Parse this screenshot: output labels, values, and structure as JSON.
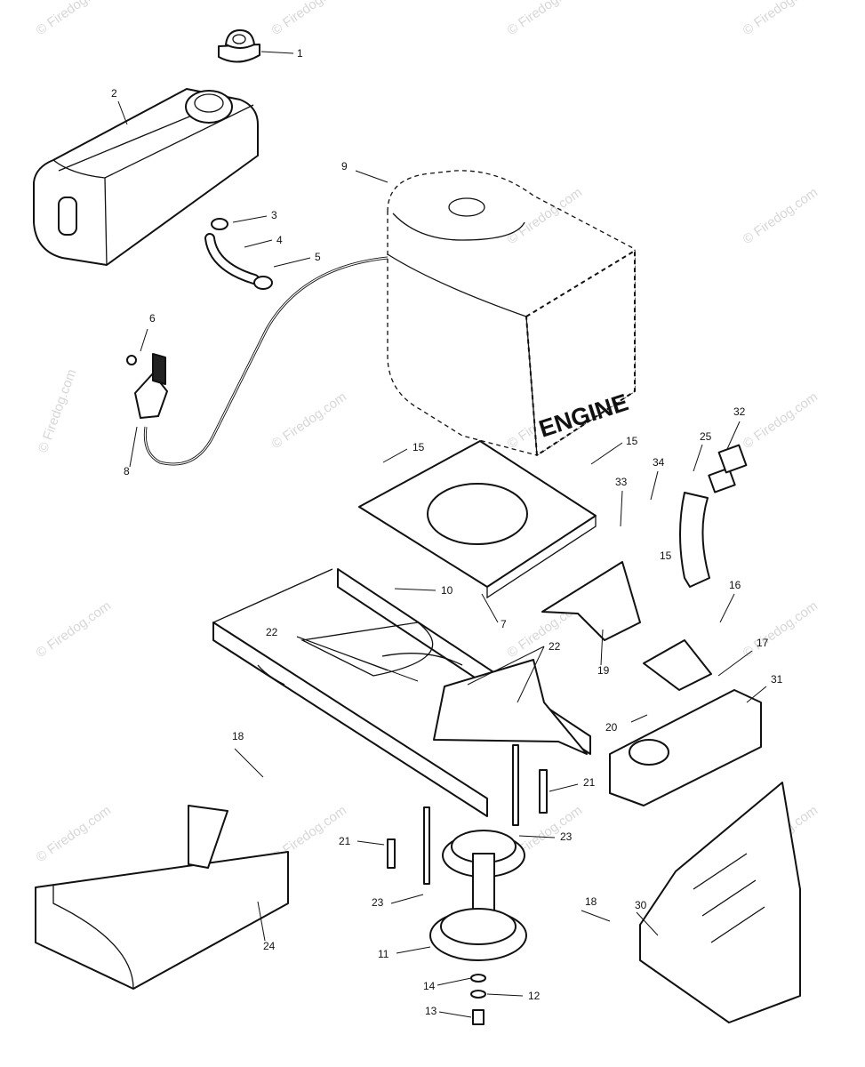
{
  "engine_label": "ENGINE",
  "watermark": "© Firedog.com",
  "callouts": [
    "1",
    "2",
    "3",
    "4",
    "5",
    "6",
    "7",
    "8",
    "9",
    "10",
    "11",
    "12",
    "13",
    "14",
    "15",
    "16",
    "17",
    "18",
    "19",
    "20",
    "21",
    "22",
    "23",
    "24",
    "25",
    "30",
    "31",
    "32",
    "33",
    "34"
  ]
}
